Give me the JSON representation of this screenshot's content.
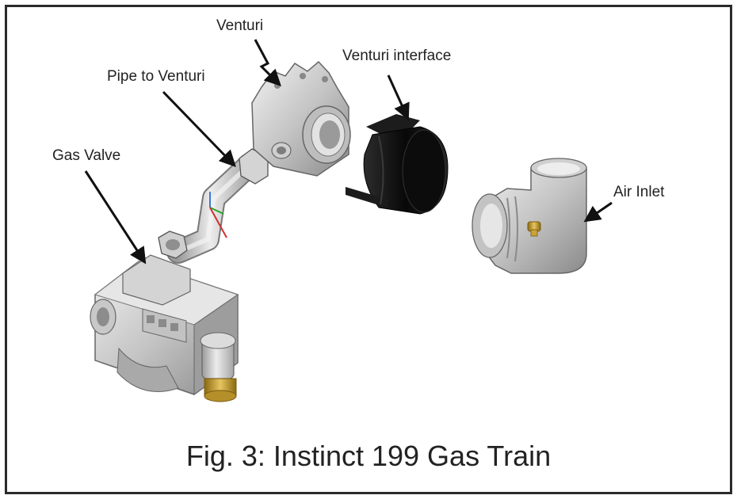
{
  "labels": {
    "venturi": "Venturi",
    "venturi_interface": "Venturi interface",
    "pipe_to_venturi": "Pipe to Venturi",
    "gas_valve": "Gas Valve",
    "air_inlet": "Air Inlet"
  },
  "caption": "Fig. 3:  Instinct 199 Gas Train",
  "colors": {
    "metal_light": "#dedede",
    "metal_mid": "#b9b9b9",
    "metal_dark": "#8c8c8c",
    "interface_black": "#151515",
    "brass": "#c8a030",
    "frame": "#2a2a2a"
  }
}
